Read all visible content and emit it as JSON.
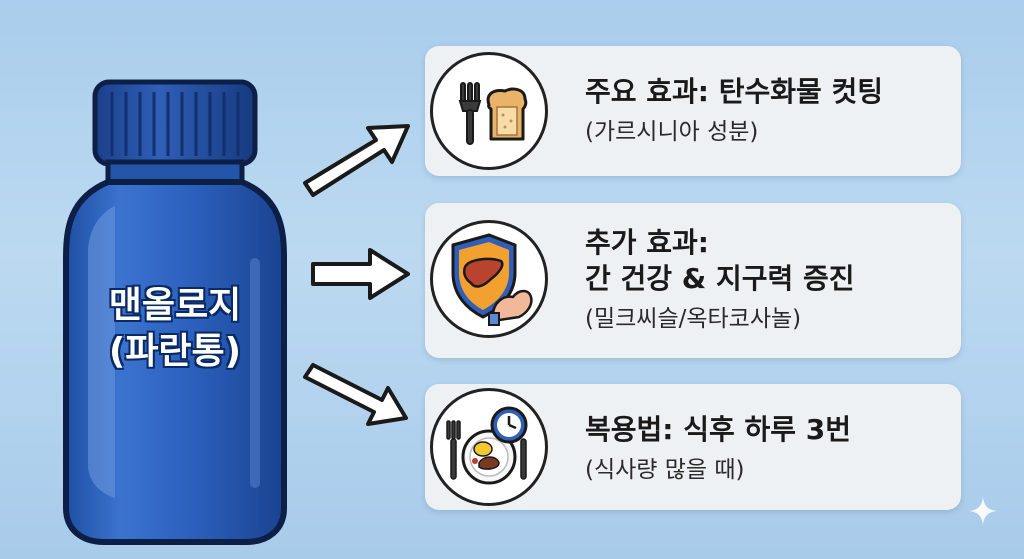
{
  "bottle": {
    "line1": "맨올로지",
    "line2": "(파란통)"
  },
  "cards": [
    {
      "title": "주요 효과: 탄수화물 컷팅",
      "subtitle": "(가르시니아 성분)",
      "icon": "fork-bread-icon"
    },
    {
      "title_line1": "추가 효과:",
      "title_line2": "간 건강 & 지구력 증진",
      "subtitle": "(밀크씨슬/옥타코사놀)",
      "icon": "liver-shield-muscle-icon"
    },
    {
      "title": "복용법: 식후 하루 3번",
      "subtitle": "(식사량 많을 때)",
      "icon": "plate-clock-icon"
    }
  ],
  "colors": {
    "background": "#b3d3ee",
    "bottle": "#2d5fb8",
    "card": "#eef1f4"
  }
}
